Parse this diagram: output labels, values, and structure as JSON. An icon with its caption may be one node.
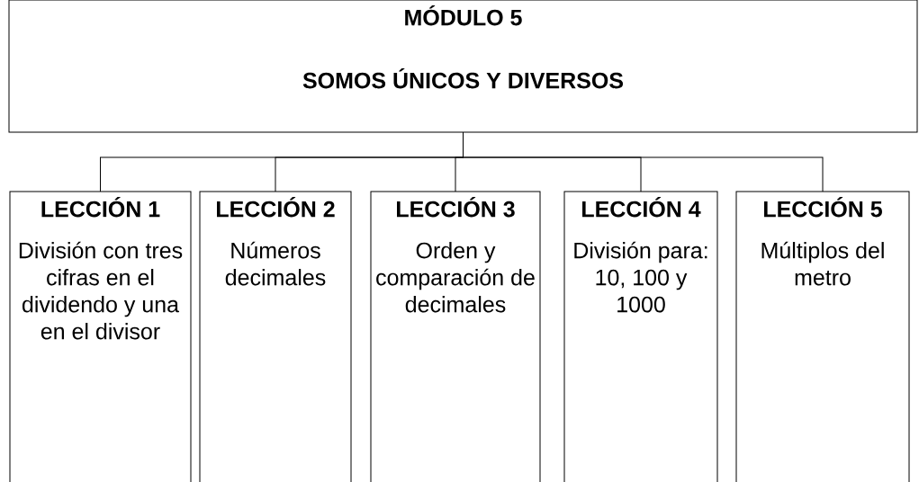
{
  "diagram": {
    "nodes": [
      {
        "text": [
          "MÓDULO 5",
          "SOMOS ÚNICOS Y DIVERSOS"
        ]
      },
      {
        "text": [
          "LECCIÓN 1",
          "División con tres cifras en el dividendo y una en el divisor"
        ]
      },
      {
        "text": [
          "LECCIÓN 2",
          "Números decimales"
        ]
      },
      {
        "text": [
          "LECCIÓN 3",
          "Orden y comparación de decimales"
        ]
      },
      {
        "text": [
          "LECCIÓN 4",
          "División para: 10, 100 y 1000"
        ]
      },
      {
        "text": [
          "LECCIÓN 5",
          "Múltiplos del metro"
        ]
      }
    ],
    "edges": [
      {
        "from": 0,
        "to": 1,
        "arrow": "none"
      },
      {
        "from": 0,
        "to": 2,
        "arrow": "none"
      },
      {
        "from": 0,
        "to": 3,
        "arrow": "none"
      },
      {
        "from": 0,
        "to": 4,
        "arrow": "none"
      },
      {
        "from": 0,
        "to": 5,
        "arrow": "none"
      }
    ]
  }
}
